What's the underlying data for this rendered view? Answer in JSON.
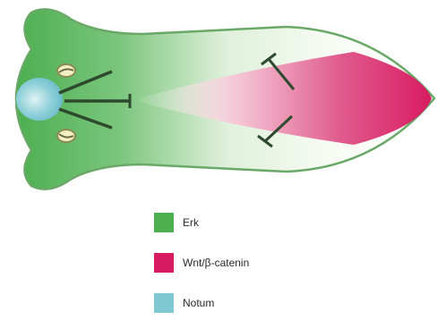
{
  "legend": [
    {
      "label": "Erk",
      "color": "#4caf50"
    },
    {
      "label": "Wnt/β-catenin",
      "color": "#d81b60"
    },
    {
      "label": "Notum",
      "color": "#7ec8d2"
    }
  ],
  "colors": {
    "erk": "#4caf50",
    "wnt": "#d81b60",
    "notum": "#7ec8d2",
    "outline": "#6aa868",
    "inhibitor": "#2d4a2d"
  }
}
